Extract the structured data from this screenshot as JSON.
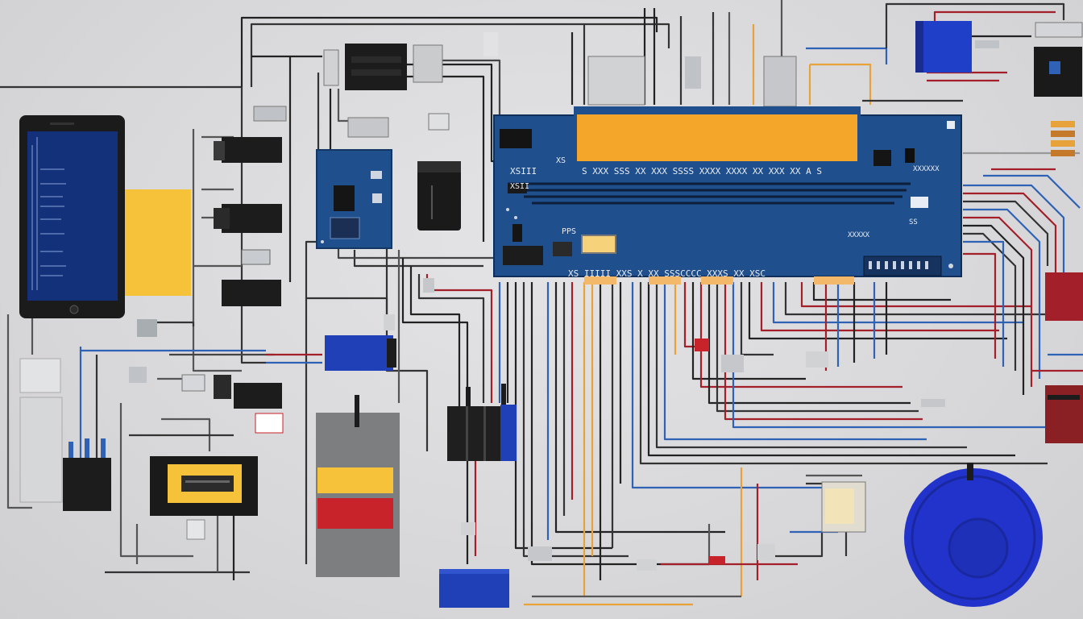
{
  "board": {
    "top_row": "S  XXX  SSS  XX  XXX  SSSS  XXXX  XXXX  XX  XXX  XX  A  S",
    "bottom_row": "XS  IIIII  XXS  X  XX  SSSCCCC  XXXS  XX  XSC",
    "side_label": "XSIII",
    "side_label2": "XSII",
    "chip_label": "PPS",
    "right_label": "XXXXX",
    "corner_label": "XS",
    "small_label": "SS",
    "conn_label": "XXXXXX"
  },
  "colors": {
    "board": "#1f4f8c",
    "board_dark": "#173f72",
    "display": "#f4a62a",
    "wire_black": "#1a1a1a",
    "wire_red": "#a3202a",
    "wire_blue": "#2f62b5",
    "wire_orange": "#e8a23a",
    "phone_screen": "#12317a",
    "yellow": "#f6c23a",
    "red": "#c8222a",
    "cobalt": "#1f3fc9"
  },
  "icons": {
    "phone": "smartphone-icon",
    "battery": "battery-icon",
    "relay": "relay-icon",
    "motor": "motor-icon",
    "sensor": "sensor-icon"
  }
}
